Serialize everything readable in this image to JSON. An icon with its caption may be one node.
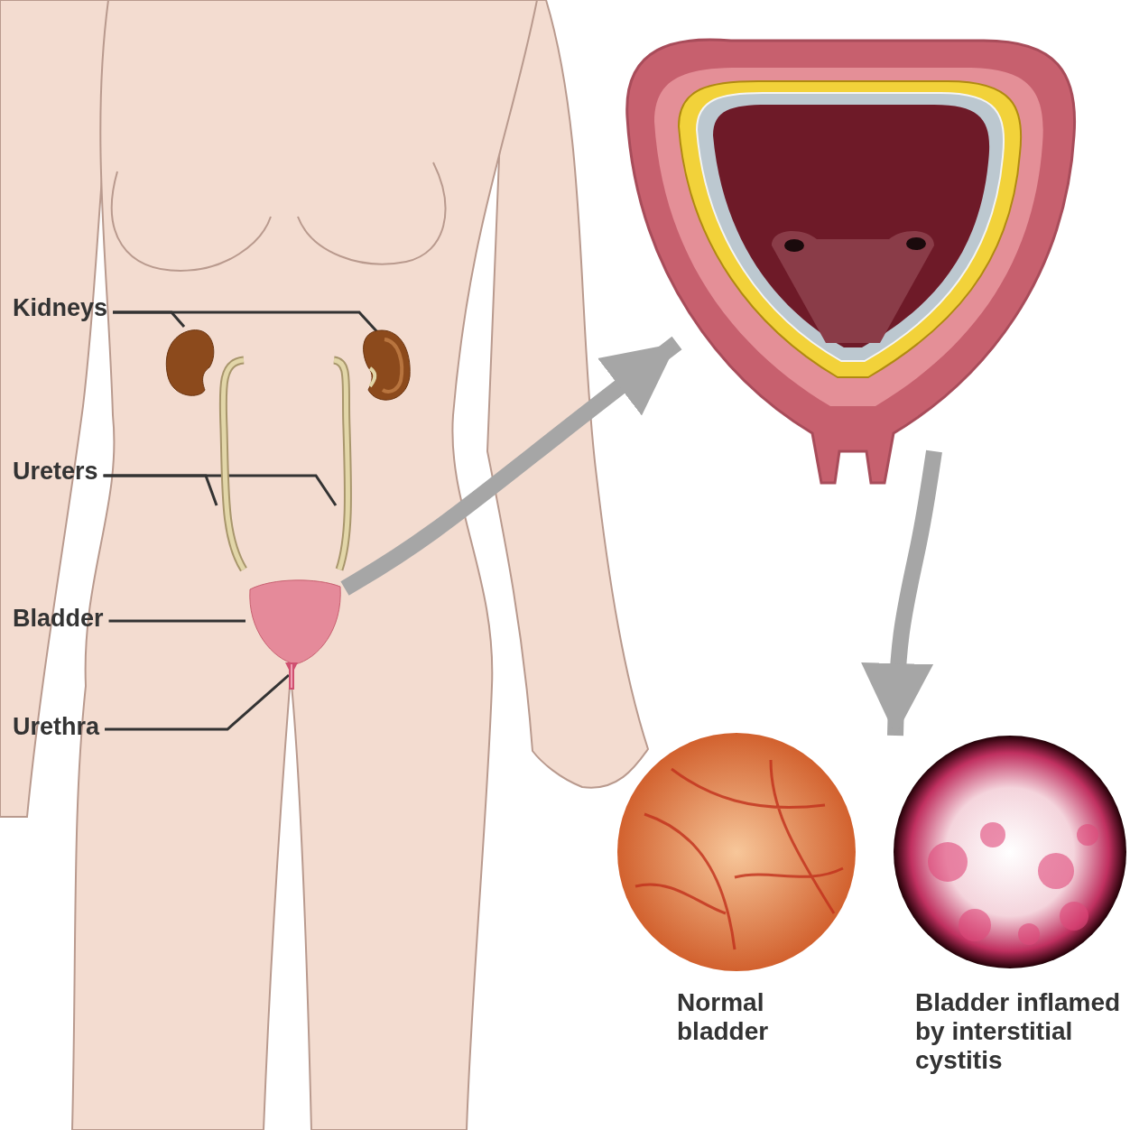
{
  "diagram": {
    "nodes": [
      {
        "text": [
          "Kidneys"
        ]
      },
      {
        "text": [],
        "shape": "picture"
      },
      {
        "text": [],
        "shape": "picture"
      },
      {
        "text": [
          "Ureters"
        ]
      },
      {
        "text": [],
        "shape": "picture"
      },
      {
        "text": [],
        "shape": "picture"
      },
      {
        "text": [
          "Bladder"
        ]
      },
      {
        "text": [],
        "shape": "picture"
      },
      {
        "text": [
          "Urethra"
        ]
      },
      {
        "text": [],
        "shape": "picture"
      },
      {
        "text": [],
        "shape": "picture"
      },
      {
        "text": [
          "Normal bladder"
        ]
      },
      {
        "text": [
          "Bladder inflamed by interstitial cystitis"
        ]
      }
    ],
    "edges": [
      {
        "from": 0,
        "to": 1,
        "arrow": "none"
      },
      {
        "from": 0,
        "to": 2,
        "arrow": "none"
      },
      {
        "from": 3,
        "to": 4,
        "arrow": "none"
      },
      {
        "from": 3,
        "to": 5,
        "arrow": "none"
      },
      {
        "from": 6,
        "to": 7,
        "arrow": "none"
      },
      {
        "from": 8,
        "to": 9,
        "arrow": "none"
      },
      {
        "from": 7,
        "to": 10,
        "arrow": "to",
        "style": "thick",
        "color": "#a6a6a6"
      },
      {
        "from": 10,
        "to": 12,
        "arrow": "to",
        "style": "thick",
        "color": "#a6a6a6"
      }
    ]
  }
}
